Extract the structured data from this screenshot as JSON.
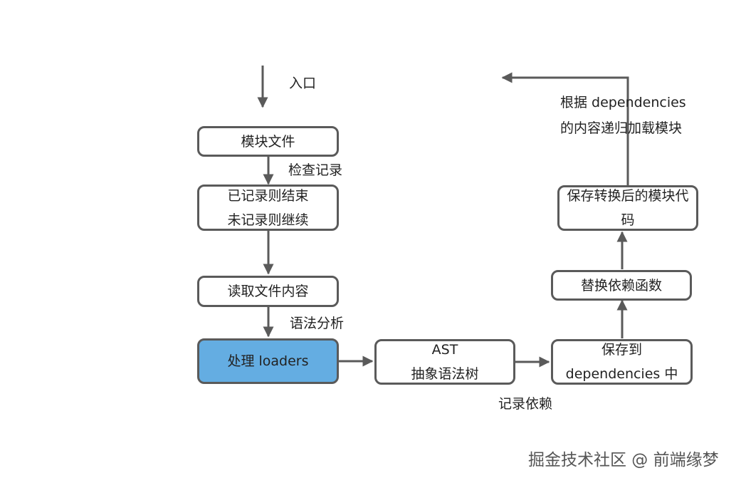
{
  "colors": {
    "stroke": "#5a5a5a",
    "highlight_fill": "#64ade2",
    "text": "#222222"
  },
  "nodes": {
    "module_file": "模块文件",
    "check_done_line1": "已记录则结束",
    "check_done_line2": "未记录则继续",
    "read_file": "读取文件内容",
    "loaders": "处理 loaders",
    "ast_line1": "AST",
    "ast_line2": "抽象语法树",
    "save_line1": "保存到",
    "save_line2": "dependencies 中",
    "replace_deps": "替换依赖函数",
    "save_code_line1": "保存转换后的模块代",
    "save_code_line2": "码"
  },
  "labels": {
    "entry": "入口",
    "check_record": "检查记录",
    "syntax_analysis": "语法分析",
    "record_deps": "记录依赖",
    "recursive_line1": "根据 dependencies",
    "recursive_line2": "的内容递归加载模块"
  },
  "watermark": "掘金技术社区 @ 前端缘梦"
}
